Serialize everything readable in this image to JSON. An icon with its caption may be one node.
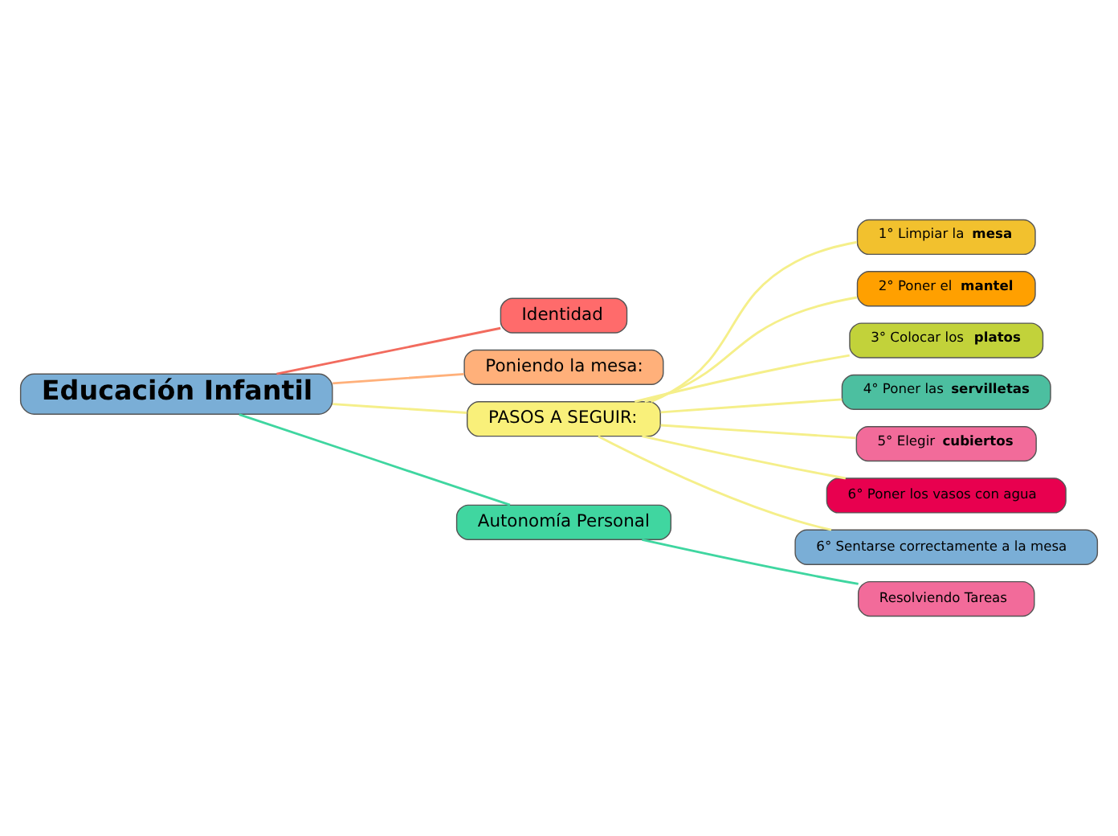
{
  "diagram": {
    "nodes": [
      {
        "text": [
          "Educación Infantil"
        ]
      },
      {
        "text": [
          "Identidad"
        ]
      },
      {
        "text": [
          "Poniendo la mesa:"
        ]
      },
      {
        "text": [
          "PASOS A SEGUIR:"
        ]
      },
      {
        "text": [
          "1° Limpiar la **mesa**"
        ]
      },
      {
        "text": [
          "2° Poner el **mantel**"
        ]
      },
      {
        "text": [
          "3° Colocar los **platos**"
        ]
      },
      {
        "text": [
          "4° Poner las **servilletas**"
        ]
      },
      {
        "text": [
          "5° Elegir **cubiertos**"
        ]
      },
      {
        "text": [
          "6° Poner los vasos con agua"
        ]
      },
      {
        "text": [
          "6° Sentarse correctamente a la mesa"
        ]
      },
      {
        "text": [
          "Autonomía Personal"
        ]
      },
      {
        "text": [
          "Resolviendo Tareas"
        ]
      }
    ],
    "edges": [
      {
        "from": 0,
        "to": 1,
        "arrow": "none",
        "color": "#f26b5e"
      },
      {
        "from": 0,
        "to": 2,
        "arrow": "none",
        "color": "#ffb07a"
      },
      {
        "from": 0,
        "to": 3,
        "arrow": "none"
      },
      {
        "from": 3,
        "to": 4,
        "arrow": "none"
      },
      {
        "from": 3,
        "to": 5,
        "arrow": "none"
      },
      {
        "from": 3,
        "to": 6,
        "arrow": "none"
      },
      {
        "from": 3,
        "to": 7,
        "arrow": "none"
      },
      {
        "from": 3,
        "to": 8,
        "arrow": "none"
      },
      {
        "from": 3,
        "to": 9,
        "arrow": "none"
      },
      {
        "from": 3,
        "to": 10,
        "arrow": "none"
      },
      {
        "from": 0,
        "to": 11,
        "arrow": "none",
        "color": "#3fd6a0"
      },
      {
        "from": 11,
        "to": 12,
        "arrow": "none",
        "color": "#3fd6a0"
      }
    ]
  }
}
